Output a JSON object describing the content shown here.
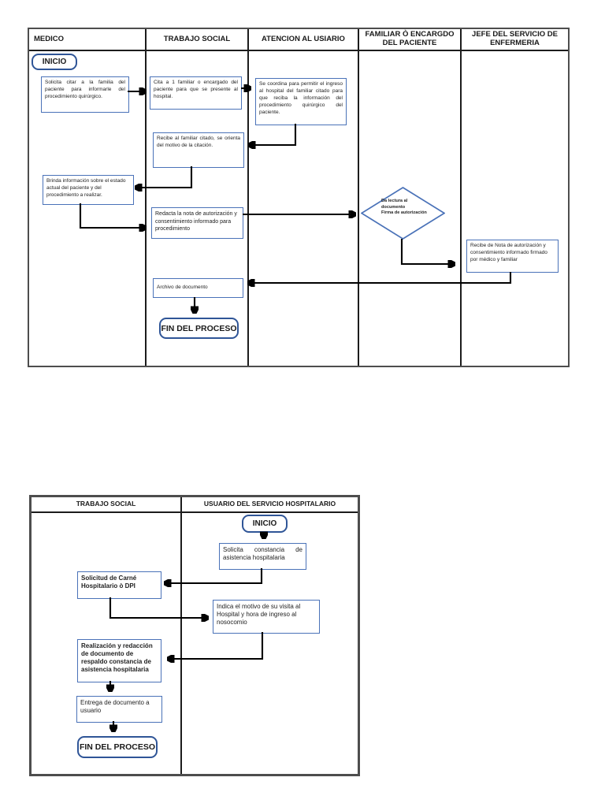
{
  "colors": {
    "process_border": "#4a72b8",
    "terminator_border": "#2f5597",
    "arrow": "#000000",
    "table_border": "#4d4d4d",
    "divider": "#1c1c1c"
  },
  "chart1": {
    "headers": [
      "MEDICO",
      "TRABAJO SOCIAL",
      "ATENCION AL USIARIO",
      "FAMILIAR Ò ENCARGDO DEL PACIENTE",
      "JEFE DEL SERVICIO DE ENFERMERIA"
    ],
    "nodes": {
      "inicio": "INICIO",
      "solicita_citar": "Solicita citar a la familia del paciente para informarle del procedimiento quirúrgico.",
      "cita_familiar": "Cita a 1 familiar o encargado del paciente para que se presente al hospital.",
      "se_coordina": "Se coordina para permitir el ingreso al hospital del familiar citado para que reciba la información del procedimiento quirúrgico del paciente.",
      "recibe_familiar": "Recibe al familiar citado, se orienta del motivo de la citación.",
      "brinda_informacion": "Brinda información sobre el estado actual del paciente y del procedimiento a realizar.",
      "redacta_nota": "Redacta la nota de autorización y consentimiento informado para procedimiento",
      "da_lectura": "Da lectura al\ndocumento\nFirma de autorización",
      "recibe_nota": "Recibe de Nota de autorización y consentimiento informado firmado por médico y familiar",
      "archivo": "Archivo de documento",
      "fin": "FIN DEL PROCESO"
    }
  },
  "chart2": {
    "headers": [
      "TRABAJO SOCIAL",
      "USUARIO DEL SERVICIO HOSPITALARIO"
    ],
    "nodes": {
      "inicio": "INICIO",
      "solicita_constancia": "Solicita constancia de asistencia hospitalaria",
      "solicitud_carne": "Solicitud de Carné Hospitalario ò DPI",
      "indica_motivo": "Indica el motivo de su visita al Hospital y hora de ingreso al nosocomio",
      "realizacion": "Realización y redacción de documento de respaldo constancia de asistencia hospitalaria",
      "entrega": "Entrega de documento a usuario",
      "fin": "FIN DEL PROCESO"
    }
  }
}
